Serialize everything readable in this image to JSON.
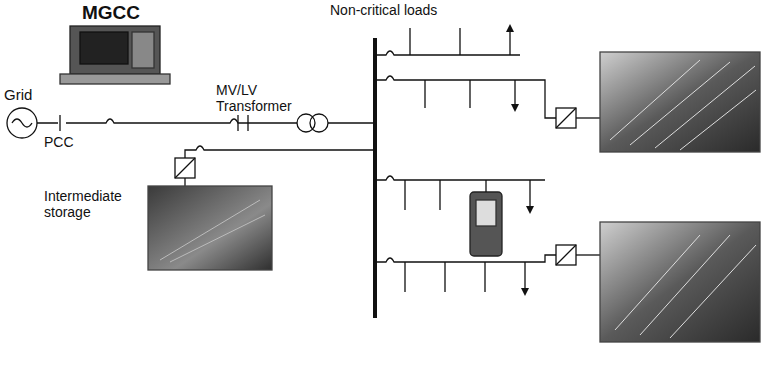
{
  "diagram": {
    "labels": [
      "MGCC",
      "Non-critical loads",
      "Grid",
      "PCC",
      "MV/LV Transformer",
      "Intermediate storage"
    ]
  }
}
